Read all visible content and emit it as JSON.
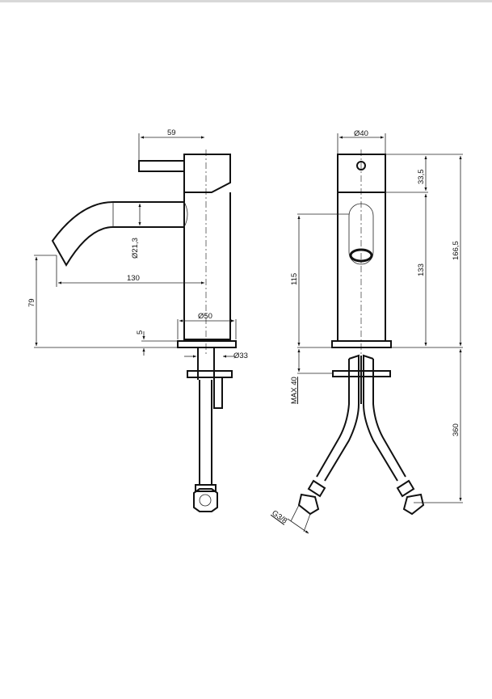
{
  "side_view": {
    "dim_handle_offset": "59",
    "dim_spout_diameter": "Ø21,3",
    "dim_spout_reach": "130",
    "dim_spout_height": "79",
    "dim_body_diameter": "Ø50",
    "dim_base_thickness": "5",
    "dim_shank_diameter": "Ø33"
  },
  "front_view": {
    "dim_head_diameter": "Ø40",
    "dim_head_height": "33,5",
    "dim_body_height": "133",
    "dim_total_height": "166,5",
    "dim_outlet_height": "115",
    "dim_max_deck": "MAX 40",
    "dim_hose_length": "360",
    "dim_thread": "G3/8"
  }
}
